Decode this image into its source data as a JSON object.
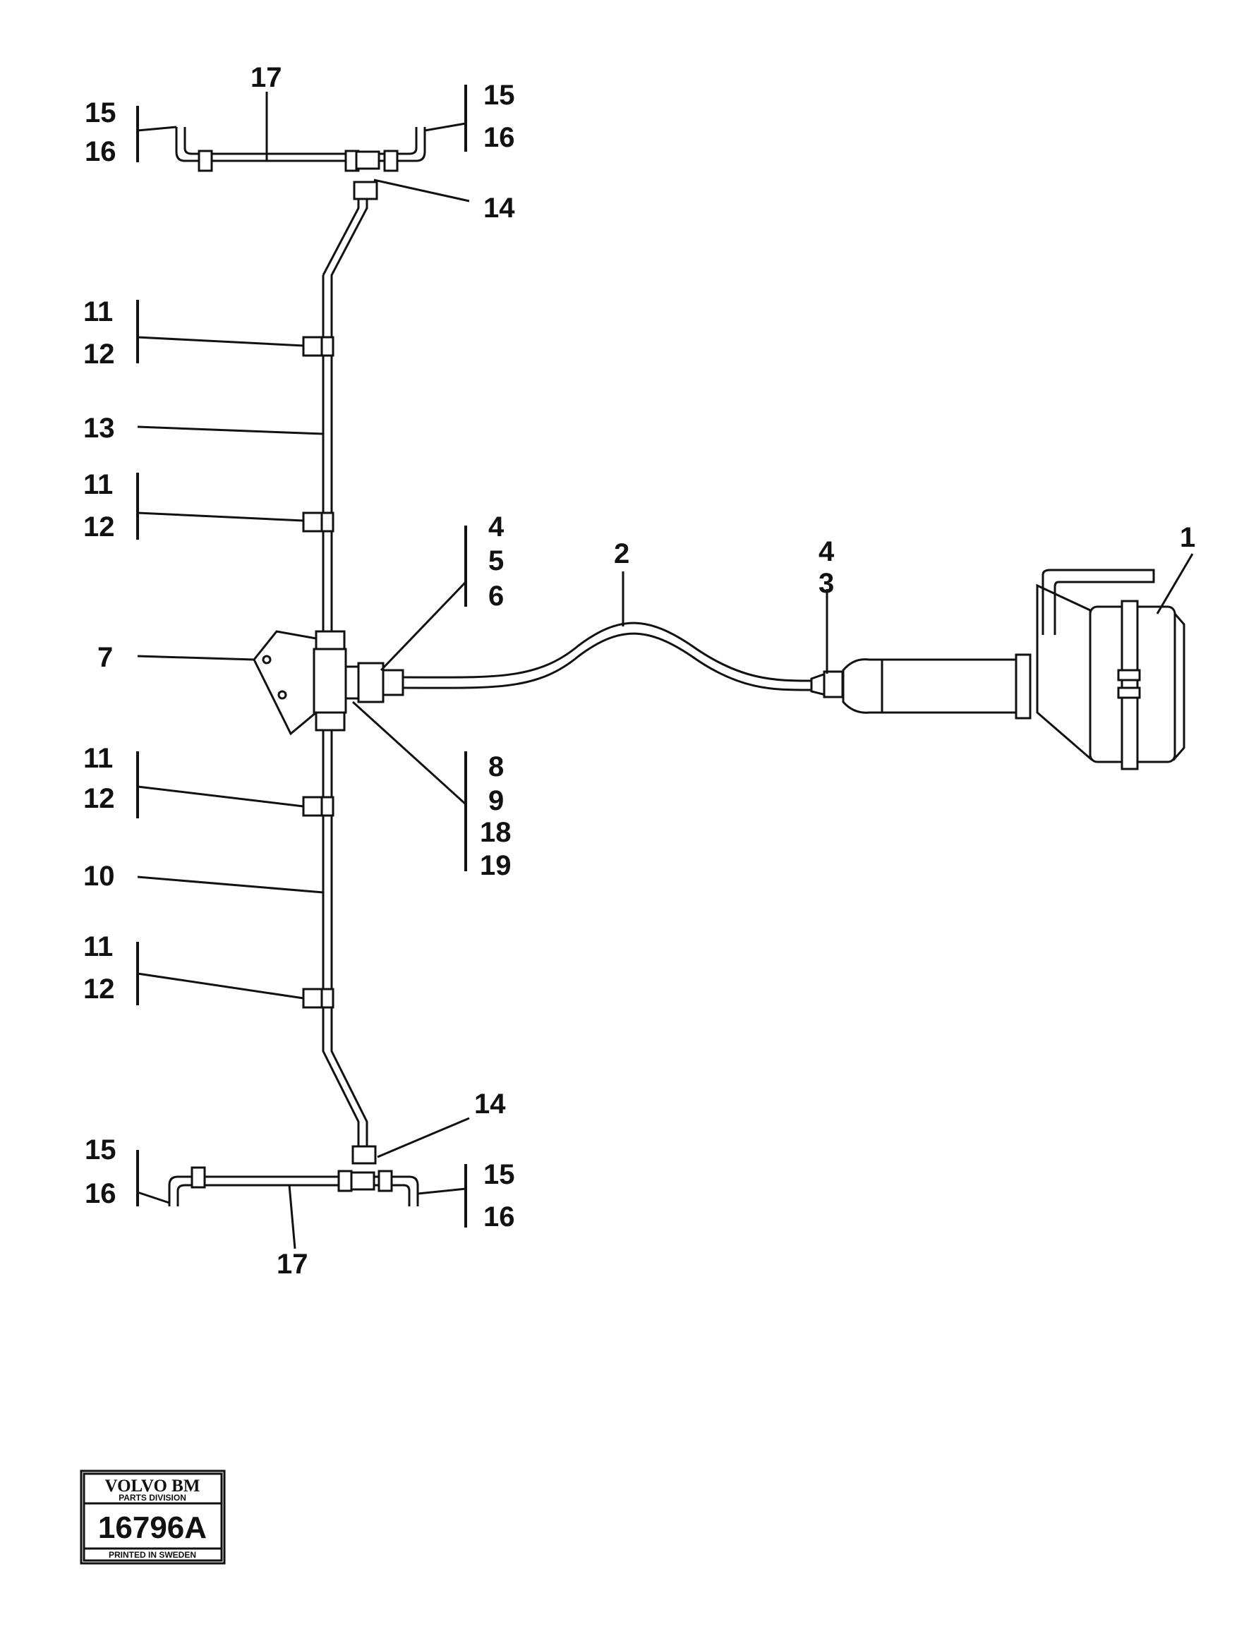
{
  "callouts": {
    "top_17": "17",
    "top_left_15": "15",
    "top_left_16": "16",
    "top_right_15": "15",
    "top_right_16": "16",
    "top_14": "14",
    "upper_11_a": "11",
    "upper_12_a": "12",
    "label_13": "13",
    "upper_11_b": "11",
    "upper_12_b": "12",
    "valve_4": "4",
    "valve_5": "5",
    "valve_6": "6",
    "label_2": "2",
    "conn_4": "4",
    "conn_3": "3",
    "label_1": "1",
    "label_7": "7",
    "lower_11_a": "11",
    "lower_12_a": "12",
    "valve_8": "8",
    "valve_9": "9",
    "valve_18": "18",
    "valve_19": "19",
    "label_10": "10",
    "lower_11_b": "11",
    "lower_12_b": "12",
    "bottom_14": "14",
    "bottom_left_15": "15",
    "bottom_left_16": "16",
    "bottom_right_15": "15",
    "bottom_right_16": "16",
    "bottom_17": "17"
  },
  "stamp": {
    "brand": "VOLVO BM",
    "division": "PARTS DIVISION",
    "number": "16796A",
    "printed": "PRINTED IN SWEDEN"
  }
}
